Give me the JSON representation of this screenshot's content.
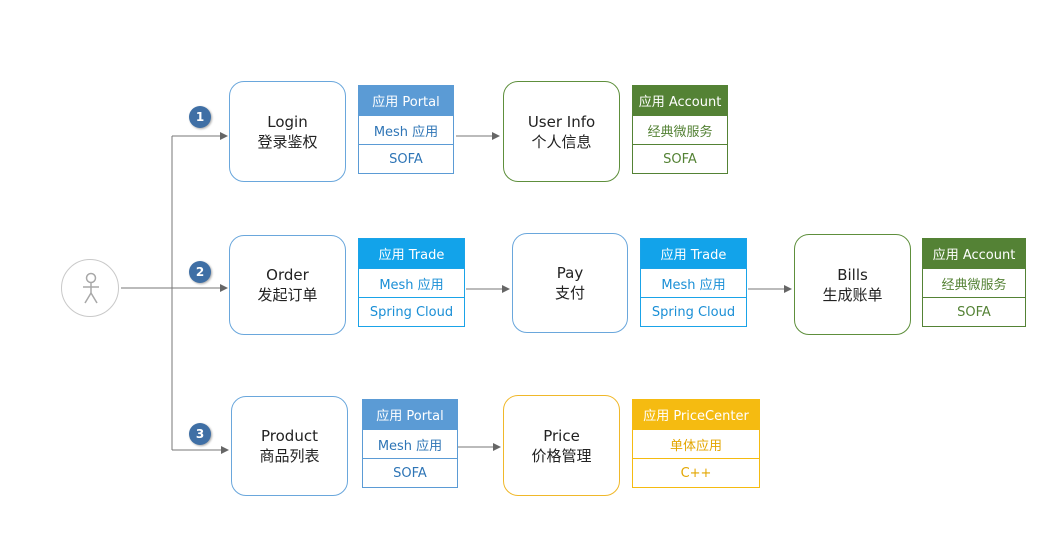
{
  "flows": [
    {
      "step": "1",
      "nodes": [
        {
          "en": "Login",
          "zh": "登录鉴权",
          "stack": {
            "header": "应用 Portal",
            "rows": [
              "Mesh 应用",
              "SOFA"
            ]
          }
        },
        {
          "en": "User Info",
          "zh": "个人信息",
          "stack": {
            "header": "应用 Account",
            "rows": [
              "经典微服务",
              "SOFA"
            ]
          }
        }
      ]
    },
    {
      "step": "2",
      "nodes": [
        {
          "en": "Order",
          "zh": "发起订单",
          "stack": {
            "header": "应用 Trade",
            "rows": [
              "Mesh 应用",
              "Spring Cloud"
            ]
          }
        },
        {
          "en": "Pay",
          "zh": "支付",
          "stack": {
            "header": "应用 Trade",
            "rows": [
              "Mesh 应用",
              "Spring Cloud"
            ]
          }
        },
        {
          "en": "Bills",
          "zh": "生成账单",
          "stack": {
            "header": "应用 Account",
            "rows": [
              "经典微服务",
              "SOFA"
            ]
          }
        }
      ]
    },
    {
      "step": "3",
      "nodes": [
        {
          "en": "Product",
          "zh": "商品列表",
          "stack": {
            "header": "应用 Portal",
            "rows": [
              "Mesh 应用",
              "SOFA"
            ]
          }
        },
        {
          "en": "Price",
          "zh": "价格管理",
          "stack": {
            "header": "应用 PriceCenter",
            "rows": [
              "单体应用",
              "C++"
            ]
          }
        }
      ]
    }
  ],
  "colors": {
    "portal": "#5b9bd5",
    "trade": "#12a3ea",
    "account": "#548235",
    "pricecenter": "#f5bb11",
    "badge": "#3f6fa5"
  },
  "actor_icon": "user-icon"
}
